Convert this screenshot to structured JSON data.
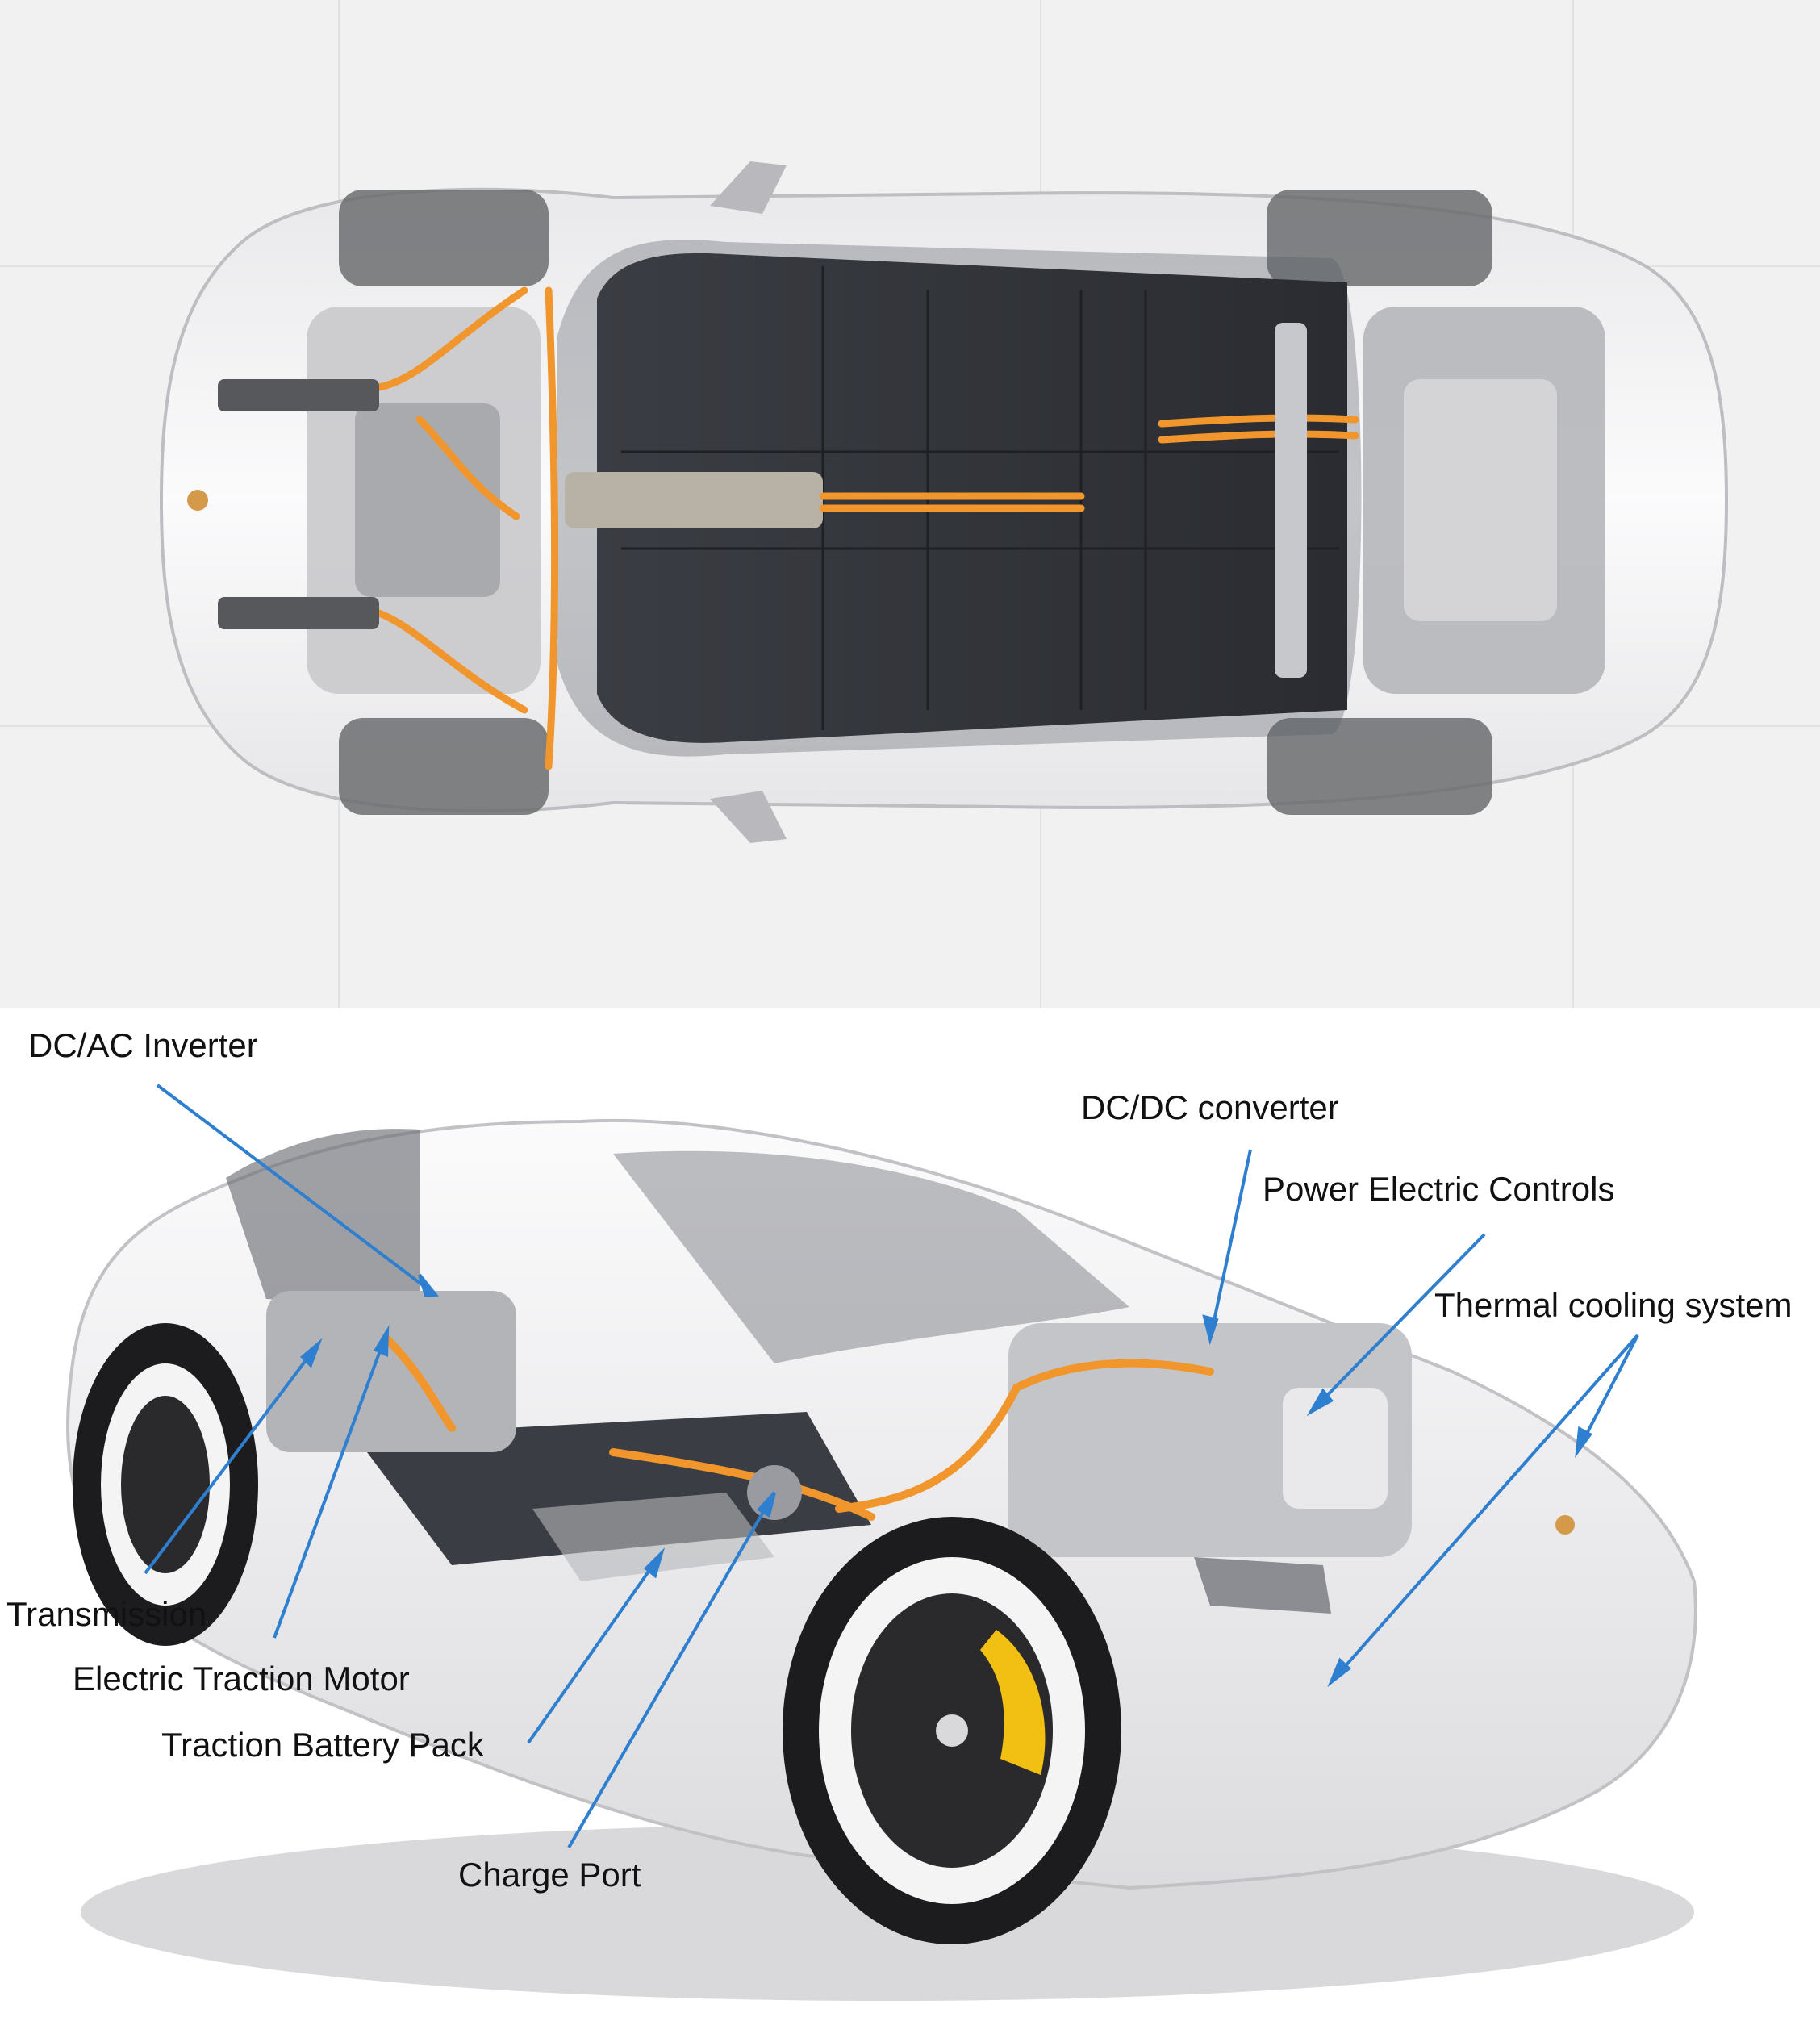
{
  "colors": {
    "leader_line": "#2f7fd0",
    "cable_orange": "#f0962c",
    "body_white": "#f7f7f8",
    "battery_dark": "#2d3036",
    "tire_gray": "#6b6d70",
    "caliper_yellow": "#f2c012"
  },
  "top_view": {
    "image_kind": "top-down cutaway of electric car"
  },
  "side_view": {
    "image_kind": "three-quarter cutaway of electric car",
    "labels": {
      "dc_ac_inverter": "DC/AC Inverter",
      "dc_dc_converter": "DC/DC converter",
      "power_electric_controls": "Power Electric Controls",
      "thermal_cooling_system": "Thermal cooling system",
      "transmission": "Transmission",
      "electric_traction_motor": "Electric Traction Motor",
      "traction_battery_pack": "Traction Battery Pack",
      "charge_port": "Charge Port"
    }
  }
}
